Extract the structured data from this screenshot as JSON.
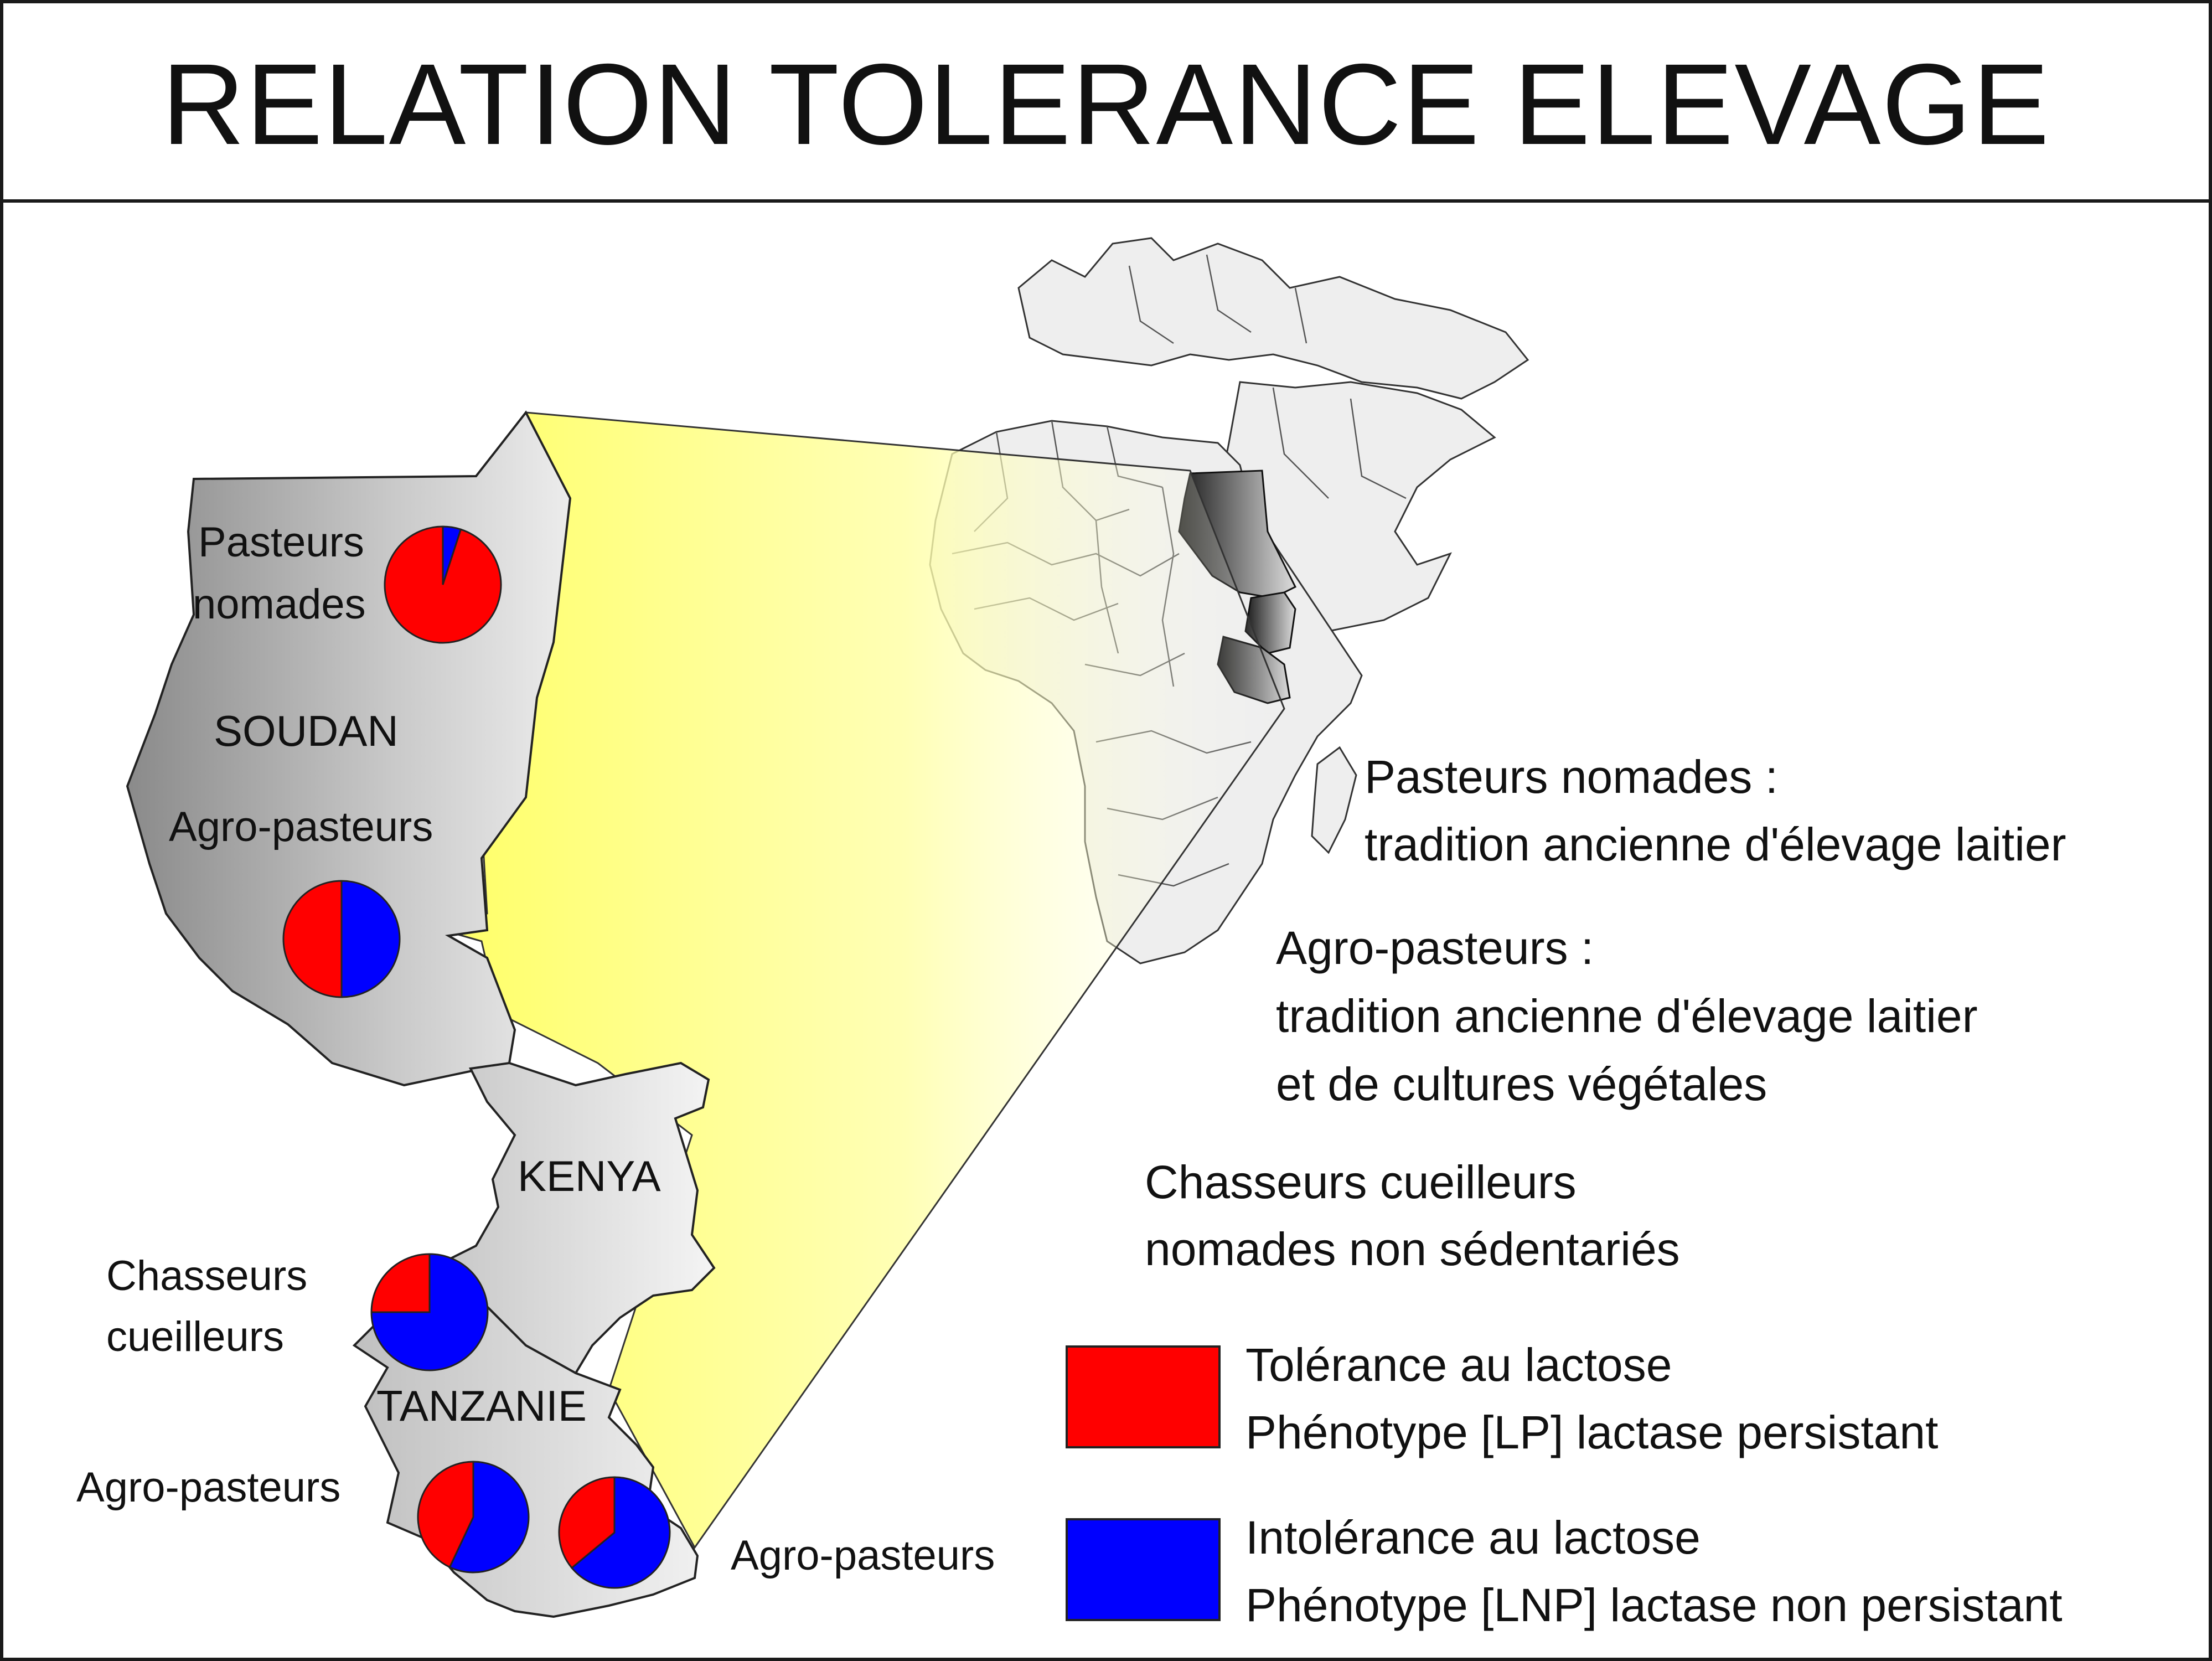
{
  "title": "RELATION TOLERANCE ELEVAGE",
  "colors": {
    "tolerance": "#ff0000",
    "intolerance": "#0000ff",
    "projection": "#ffff66",
    "map_fill": "#eeeeee"
  },
  "map_labels": {
    "pasteurs_nomades_line1": "Pasteurs",
    "pasteurs_nomades_line2": "nomades",
    "soudan": "SOUDAN",
    "agro_pasteurs_soudan": "Agro-pasteurs",
    "kenya": "KENYA",
    "chasseurs_line1": "Chasseurs",
    "chasseurs_line2": "cueilleurs",
    "tanzanie": "TANZANIE",
    "agro_pasteurs_tanzanie_left": "Agro-pasteurs",
    "agro_pasteurs_tanzanie_right": "Agro-pasteurs"
  },
  "pie_charts": [
    {
      "group": "Pasteurs nomades",
      "country": "SOUDAN",
      "tolerance_pct": 95,
      "intolerance_pct": 5
    },
    {
      "group": "Agro-pasteurs",
      "country": "SOUDAN",
      "tolerance_pct": 50,
      "intolerance_pct": 50
    },
    {
      "group": "Chasseurs cueilleurs",
      "country": "TANZANIE",
      "tolerance_pct": 25,
      "intolerance_pct": 75
    },
    {
      "group": "Agro-pasteurs",
      "country": "TANZANIE",
      "tolerance_pct": 43,
      "intolerance_pct": 57
    },
    {
      "group": "Agro-pasteurs",
      "country": "TANZANIE",
      "tolerance_pct": 36,
      "intolerance_pct": 64
    }
  ],
  "descriptions": {
    "pasteurs_heading": "Pasteurs nomades :",
    "pasteurs_text": "tradition ancienne d'élevage laitier",
    "agro_heading": "Agro-pasteurs :",
    "agro_text_line1": "tradition ancienne d'élevage laitier",
    "agro_text_line2": "et de cultures végétales",
    "chasseurs_line1": "Chasseurs cueilleurs",
    "chasseurs_line2": "nomades non sédentariés"
  },
  "legend": {
    "tolerance_line1": "Tolérance au lactose",
    "tolerance_line2": "Phénotype [LP] lactase persistant",
    "intolerance_line1": "Intolérance au lactose",
    "intolerance_line2": "Phénotype [LNP] lactase non persistant"
  }
}
